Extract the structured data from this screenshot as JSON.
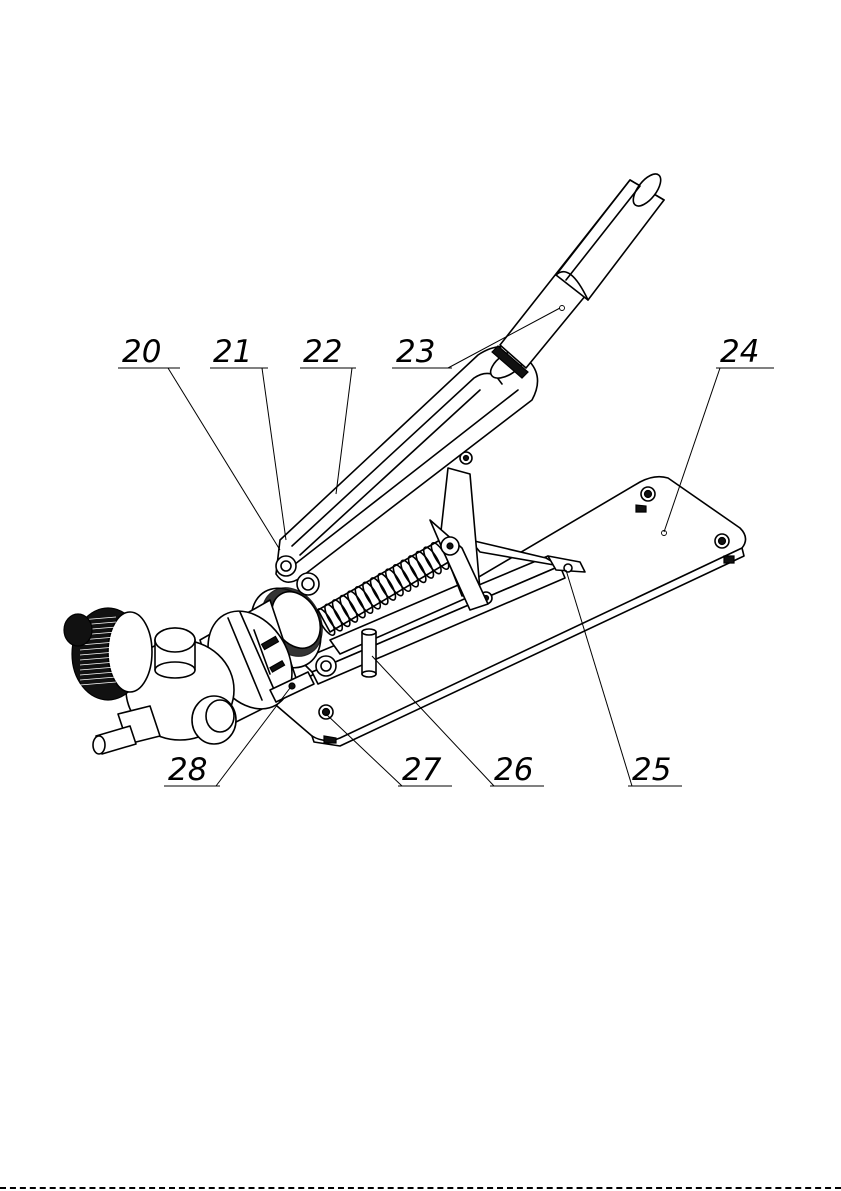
{
  "figure": {
    "callouts": [
      {
        "label": "20"
      },
      {
        "label": "21"
      },
      {
        "label": "22"
      },
      {
        "label": "23"
      },
      {
        "label": "24"
      },
      {
        "label": "25"
      },
      {
        "label": "26"
      },
      {
        "label": "27"
      },
      {
        "label": "28"
      }
    ]
  }
}
